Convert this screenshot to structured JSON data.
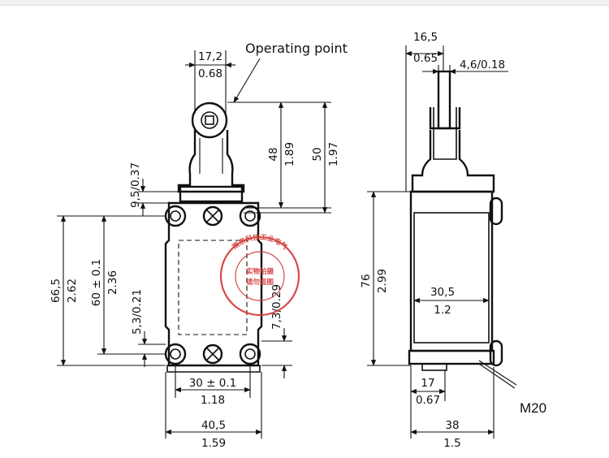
{
  "labels": {
    "operating_point": "Operating point",
    "thread": "M20"
  },
  "front_view": {
    "top_width": [
      "17,2",
      "0.68"
    ],
    "op_height": [
      "48",
      "1.89"
    ],
    "total_height": [
      "50",
      "1.97"
    ],
    "head_offset": "9,5/0.37",
    "overall_height": [
      "66,5",
      "2.62"
    ],
    "hole_pitch_v": [
      "60 ± 0.1",
      "2.36"
    ],
    "hole_offset_left": "5,3/0.21",
    "hole_offset_right": "7,3/0.29",
    "hole_pitch_h": [
      "30 ± 0.1",
      "1.18"
    ],
    "body_width": [
      "40,5",
      "1.59"
    ]
  },
  "side_view": {
    "plunger_offset": [
      "16,5",
      "0.65"
    ],
    "plunger_width": "4,6/0.18",
    "body_height": [
      "76",
      "2.99"
    ],
    "inner_width": [
      "30,5",
      "1.2"
    ],
    "thread_offset": [
      "17",
      "0.67"
    ],
    "overall_depth": [
      "38",
      "1.5"
    ]
  },
  "watermark": {
    "outer_text": "雨京科技工业电气",
    "inner_line1": "实物拍摄",
    "inner_line2": "请勿盗图",
    "color": "#d43b3b"
  }
}
